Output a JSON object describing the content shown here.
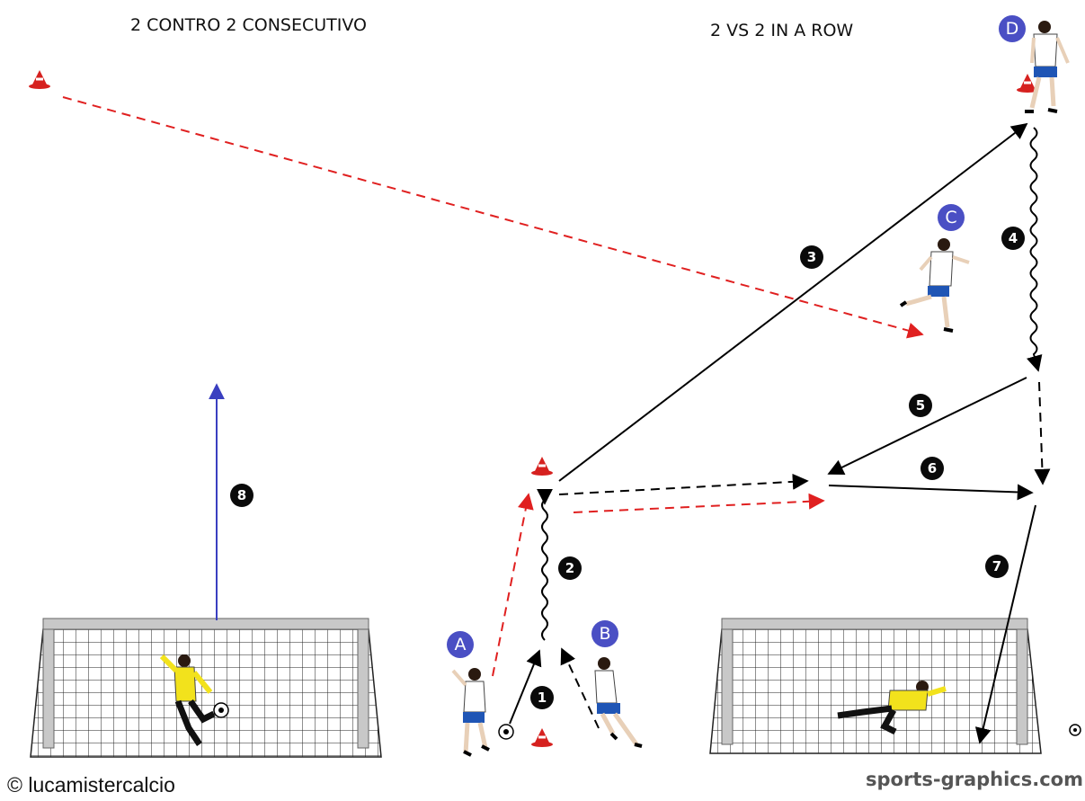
{
  "titles": {
    "left": "2 CONTRO 2 CONSECUTIVO",
    "right": "2 VS 2 IN A ROW"
  },
  "players": [
    {
      "id": "A",
      "label": "A"
    },
    {
      "id": "B",
      "label": "B"
    },
    {
      "id": "C",
      "label": "C"
    },
    {
      "id": "D",
      "label": "D"
    }
  ],
  "steps": [
    "1",
    "2",
    "3",
    "4",
    "5",
    "6",
    "7",
    "8"
  ],
  "footer": {
    "copyright": "© lucamistercalcio",
    "brand": "sports-graphics.com"
  },
  "colors": {
    "player_label": "#4a4fc4",
    "red_arrow": "#e02020",
    "blue_arrow": "#3a3fc0",
    "black_arrow": "#000000",
    "goalkeeper_shirt": "#f2e21c",
    "player_shorts": "#1f55b5",
    "cone": "#d6211f"
  }
}
